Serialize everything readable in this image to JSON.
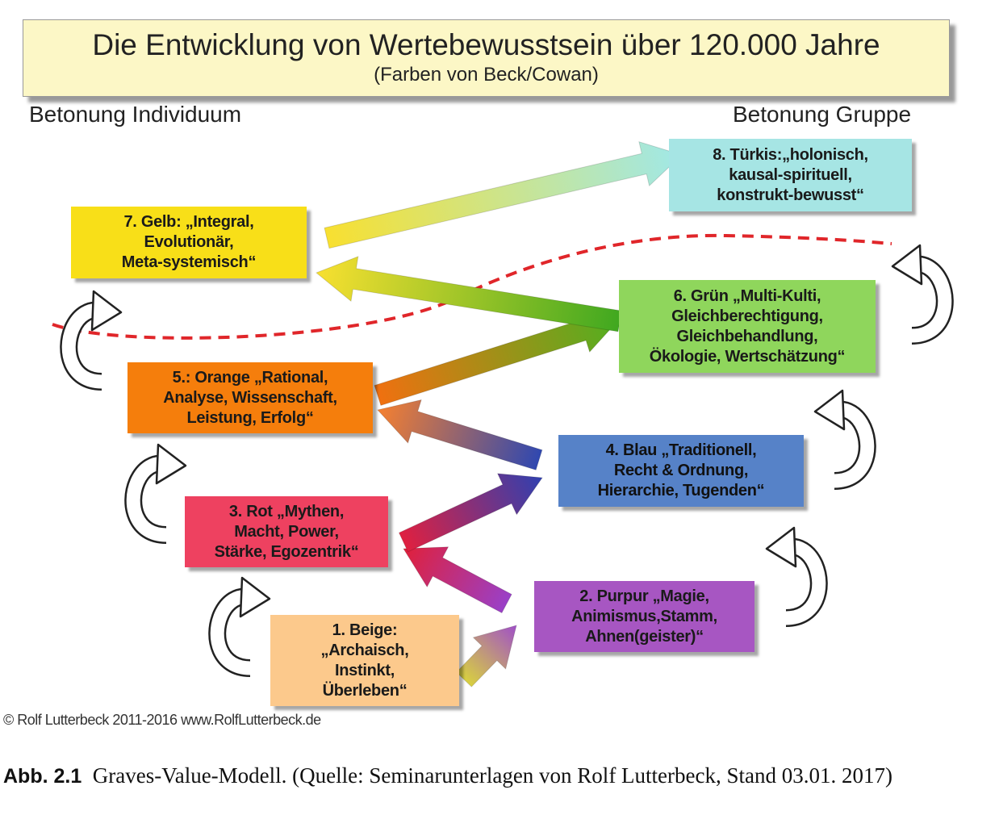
{
  "title": {
    "main": "Die Entwicklung von Wertebewusstsein über 120.000 Jahre",
    "sub": "(Farben von Beck/Cowan)"
  },
  "axis": {
    "left": "Betonung Individuum",
    "right": "Betonung Gruppe"
  },
  "stages": [
    {
      "label": "1. Beige:\n„Archaisch,\nInstinkt,\nÜberleben“",
      "color": "#fcc98c"
    },
    {
      "label": "2. Purpur „Magie,\nAnimismus,Stamm,\nAhnen(geister)“",
      "color": "#a756c2"
    },
    {
      "label": "3. Rot „Mythen,\nMacht, Power,\nStärke, Egozentrik“",
      "color": "#ee4160"
    },
    {
      "label": "4. Blau „Traditionell,\nRecht & Ordnung,\nHierarchie, Tugenden“",
      "color": "#5682c8"
    },
    {
      "label": "5.: Orange „Rational,\nAnalyse, Wissenschaft,\nLeistung, Erfolg“",
      "color": "#f57e0c"
    },
    {
      "label": "6. Grün „Multi-Kulti,\nGleichberechtigung,\nGleichbehandlung,\nÖkologie, Wertschätzung“",
      "color": "#8fd65c"
    },
    {
      "label": "7. Gelb: „Integral,\nEvolutionär,\nMeta-systemisch“",
      "color": "#f8df18"
    },
    {
      "label": "8. Türkis:„holonisch,\nkausal-spirituell,\nkonstrukt-bewusst“",
      "color": "#a6e5e4"
    }
  ],
  "credit": "© Rolf Lutterbeck 2011-2016 www.RolfLutterbeck.de",
  "caption": {
    "label": "Abb. 2.1",
    "text": "Graves-Value-Modell. (Quelle: Seminarunterlagen von Rolf Lutterbeck, Stand 03.01. 2017)"
  }
}
